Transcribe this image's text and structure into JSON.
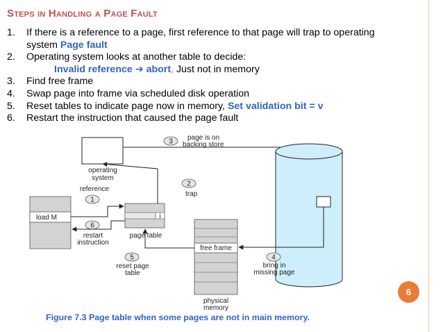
{
  "slide": {
    "title": "Steps in Handling a Page Fault",
    "bullets": [
      {
        "num": "1.",
        "text": "If there is a reference to a page, first reference to that page will trap to operating"
      },
      {
        "cont": "system ",
        "highlight": "Page fault"
      },
      {
        "num": "2.",
        "text": "Operating system looks at another table to decide:"
      },
      {
        "highlight_invalid": "Invalid reference",
        "arrow": "➔",
        "highlight_abort": "abort",
        "sep": ",",
        "tail": " Just not in memory"
      },
      {
        "num": "3.",
        "text": "Find free frame"
      },
      {
        "num": "4.",
        "text": "Swap page into frame via scheduled disk operation"
      },
      {
        "num": "5.",
        "text": "Reset tables to indicate page now in memory, ",
        "highlight": "Set validation bit = v"
      },
      {
        "num": "6.",
        "text": "Restart the instruction that caused the page fault"
      }
    ],
    "page_number": "6",
    "caption": "Figure 7.3  Page table when some pages are not in main memory."
  },
  "diagram": {
    "os_label_1": "operating",
    "os_label_2": "system",
    "reference_label": "reference",
    "load_instruction": "load M",
    "restart_label_1": "restart",
    "restart_label_2": "instruction",
    "page_table_label": "page table",
    "invalid_bit": "i",
    "trap_label": "trap",
    "backing_label_1": "page is on",
    "backing_label_2": "backing store",
    "free_frame_label": "free frame",
    "physical_label_1": "physical",
    "physical_label_2": "memory",
    "reset_label_1": "reset page",
    "reset_label_2": "table",
    "bringin_label_1": "bring in",
    "bringin_label_2": "missing page",
    "steps": [
      "1",
      "2",
      "3",
      "4",
      "5",
      "6"
    ]
  },
  "colors": {
    "title": "#c0504d",
    "highlight": "#2f63c8",
    "abort_separator": "#d46b22",
    "badge": "#e87c3a",
    "disk_fill": "#cfeefb",
    "box_fill": "#d3d3d3"
  }
}
